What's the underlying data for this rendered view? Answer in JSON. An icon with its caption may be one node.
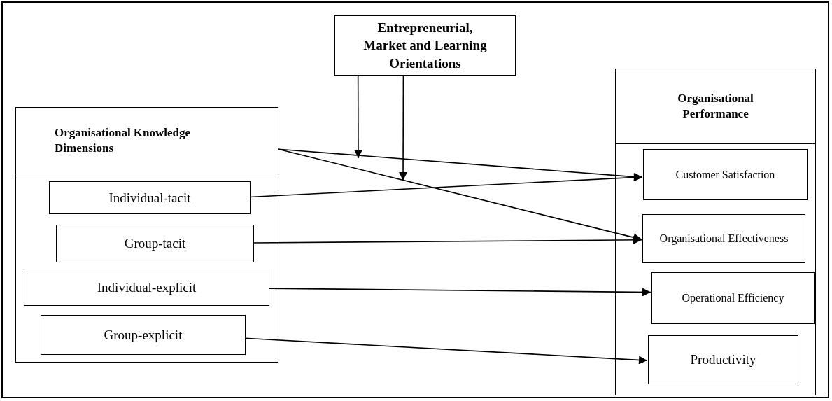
{
  "diagram": {
    "nodes": [
      {
        "text": [
          "Entrepreneurial, Market and Learning Orientations"
        ]
      },
      {
        "text": [
          "Organisational Knowledge Dimensions"
        ]
      },
      {
        "text": [
          "Individual-tacit"
        ],
        "in": 1
      },
      {
        "text": [
          "Group-tacit"
        ],
        "in": 1
      },
      {
        "text": [
          "Individual-explicit"
        ],
        "in": 1
      },
      {
        "text": [
          "Group-explicit"
        ],
        "in": 1
      },
      {
        "text": [
          "Organisational Performance"
        ]
      },
      {
        "text": [
          "Customer Satisfaction"
        ],
        "in": 6
      },
      {
        "text": [
          "Organisational Effectiveness"
        ],
        "in": 6
      },
      {
        "text": [
          "Operational Efficiency"
        ],
        "in": 6
      },
      {
        "text": [
          "Productivity"
        ],
        "in": 6
      }
    ],
    "edges": [
      {
        "from": 1,
        "to": 7,
        "arrow": "to"
      },
      {
        "from": 1,
        "to": 8,
        "arrow": "to"
      },
      {
        "from": 2,
        "to": 7,
        "arrow": "to"
      },
      {
        "from": 3,
        "to": 8,
        "arrow": "to"
      },
      {
        "from": 4,
        "to": 9,
        "arrow": "to"
      },
      {
        "from": 5,
        "to": 10,
        "arrow": "to"
      },
      {
        "from": 0,
        "to": null,
        "arrow": "to"
      },
      {
        "from": 0,
        "to": null,
        "arrow": "to"
      }
    ]
  }
}
